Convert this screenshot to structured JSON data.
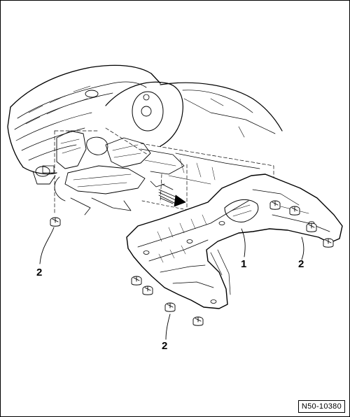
{
  "diagram": {
    "callouts": {
      "label_1": "1",
      "label_2_left": "2",
      "label_2_right": "2",
      "label_2_bottom": "2"
    },
    "figure_id": "N50-10380"
  }
}
